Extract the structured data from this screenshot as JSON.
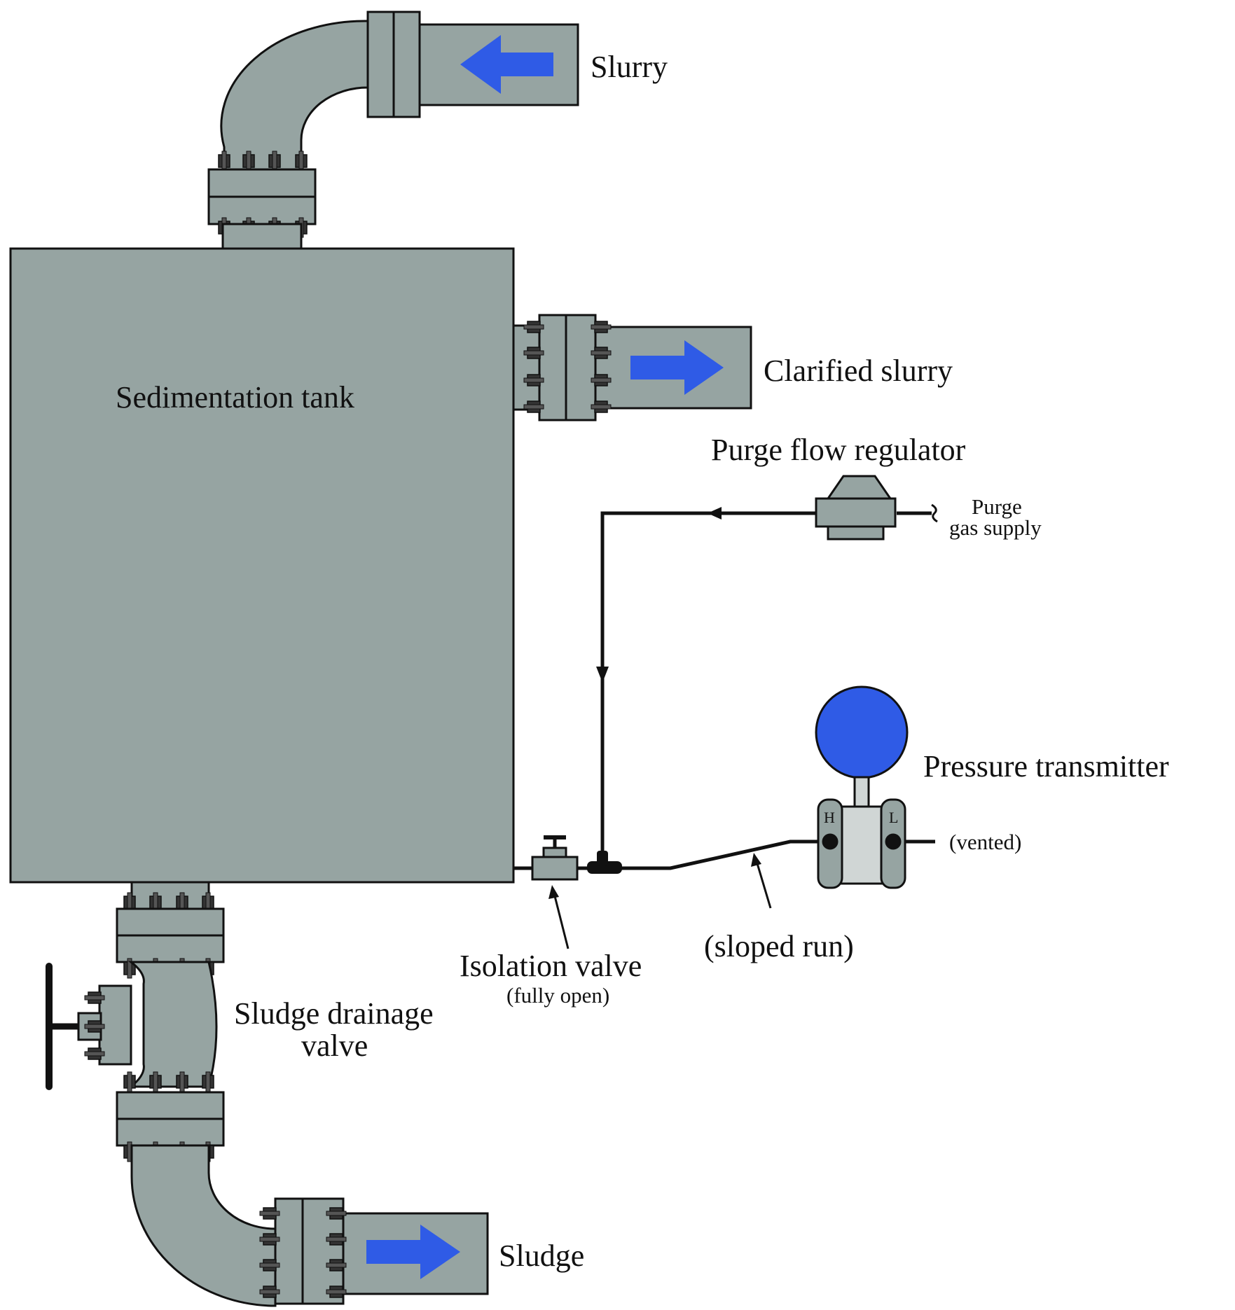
{
  "colors": {
    "pipe_fill": "#96a4a2",
    "transmitter_body": "#d0d6d5",
    "flow_arrow": "#2f5be6",
    "transmitter_head": "#2f5be6",
    "outline": "#111111"
  },
  "labels": {
    "slurry": "Slurry",
    "clarified_slurry": "Clarified slurry",
    "tank": "Sedimentation tank",
    "purge_regulator": "Purge flow regulator",
    "purge_supply_line1": "Purge",
    "purge_supply_line2": "gas supply",
    "pressure_transmitter": "Pressure transmitter",
    "port_high": "H",
    "port_low": "L",
    "vented": "(vented)",
    "sloped_run": "(sloped run)",
    "isolation_valve": "Isolation valve",
    "isolation_valve_state": "(fully open)",
    "drain_valve_line1": "Sludge drainage",
    "drain_valve_line2": "valve",
    "sludge": "Sludge"
  },
  "icons": {
    "flow_arrows": [
      "flow-arrow-left-icon",
      "flow-arrow-right-icon"
    ],
    "instrument": "pressure-transmitter-icon",
    "regulator": "purge-regulator-icon",
    "valves": [
      "isolation-valve-icon",
      "gate-valve-icon"
    ]
  }
}
